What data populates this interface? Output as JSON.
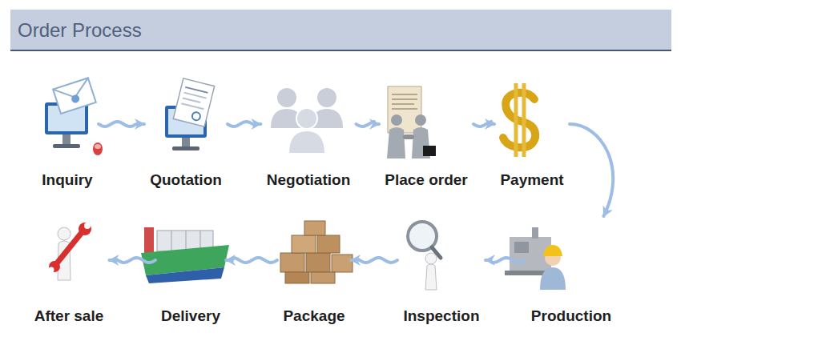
{
  "diagram": {
    "title": "Order Process",
    "nodes": [
      {
        "text": [
          "Inquiry"
        ]
      },
      {
        "text": [
          "Quotation"
        ]
      },
      {
        "text": [
          "Negotiation"
        ]
      },
      {
        "text": [
          "Place order"
        ]
      },
      {
        "text": [
          "Payment"
        ]
      },
      {
        "text": [
          "After sale"
        ]
      },
      {
        "text": [
          "Delivery"
        ]
      },
      {
        "text": [
          "Package"
        ]
      },
      {
        "text": [
          "Inspection"
        ]
      },
      {
        "text": [
          "Production"
        ]
      }
    ],
    "edges": [
      {
        "from": 0,
        "to": 1,
        "arrow": "to"
      },
      {
        "from": 1,
        "to": 2,
        "arrow": "to"
      },
      {
        "from": 2,
        "to": 3,
        "arrow": "to"
      },
      {
        "from": 3,
        "to": 4,
        "arrow": "to"
      },
      {
        "from": 4,
        "to": 9,
        "arrow": "to"
      },
      {
        "from": 9,
        "to": 8,
        "arrow": "to"
      },
      {
        "from": 8,
        "to": 7,
        "arrow": "to"
      },
      {
        "from": 7,
        "to": 6,
        "arrow": "to"
      },
      {
        "from": 6,
        "to": 5,
        "arrow": "to"
      }
    ]
  }
}
